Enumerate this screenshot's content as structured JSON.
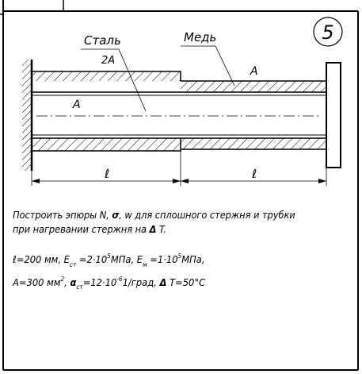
{
  "problem_number": "5",
  "labels": {
    "steel": "Сталь",
    "copper": "Медь",
    "area_steel": "2A",
    "area_copper": "A",
    "area_rod": "A",
    "length_left": "ℓ",
    "length_right": "ℓ"
  },
  "task": {
    "line1_a": "Построить эпюры N, ",
    "line1_sigma": "σ",
    "line1_b": ", w для сплошного стержня и трубки",
    "line2_a": "при нагревании стержня на ",
    "line2_delta": "Δ",
    "line2_b": " T."
  },
  "params": {
    "l_val": "ℓ=200 мм, ",
    "e_st_label": "E",
    "e_st_sub": "ст",
    "e_st_val": " =2·10",
    "e_st_exp": "5",
    "e_st_unit": "МПа, ",
    "e_m_label": "E",
    "e_m_sub": "м",
    "e_m_val": " =1·10",
    "e_m_exp": "5",
    "e_m_unit": "МПа,",
    "a_val": "A=300 мм",
    "a_exp": "2",
    "a_sep": ", ",
    "alpha_sym": "α",
    "alpha_sub": "ст",
    "alpha_val": "=12·10",
    "alpha_exp": "-6",
    "alpha_unit": "1/град, ",
    "dt_delta": "Δ",
    "dt_val": " T=50°C"
  }
}
